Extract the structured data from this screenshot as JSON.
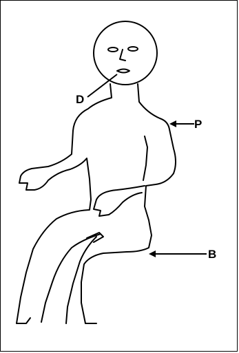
{
  "labels": {
    "d": "D",
    "p": "P",
    "b": "B"
  }
}
